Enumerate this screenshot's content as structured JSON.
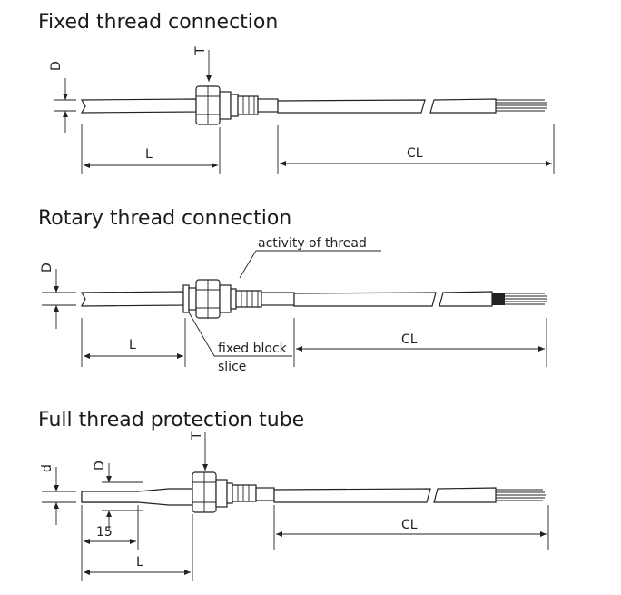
{
  "sections": [
    {
      "title": "Fixed thread connection",
      "labels": {
        "D": "D",
        "T": "T",
        "L": "L",
        "CL": "CL"
      }
    },
    {
      "title": "Rotary thread connection",
      "labels": {
        "D": "D",
        "L": "L",
        "CL": "CL"
      },
      "callouts": {
        "thread": "activity of thread",
        "block": "fixed block",
        "slice": "slice"
      }
    },
    {
      "title": "Full thread protection tube",
      "labels": {
        "d": "d",
        "D": "D",
        "T": "T",
        "angle": "15",
        "L": "L",
        "CL": "CL"
      }
    }
  ]
}
